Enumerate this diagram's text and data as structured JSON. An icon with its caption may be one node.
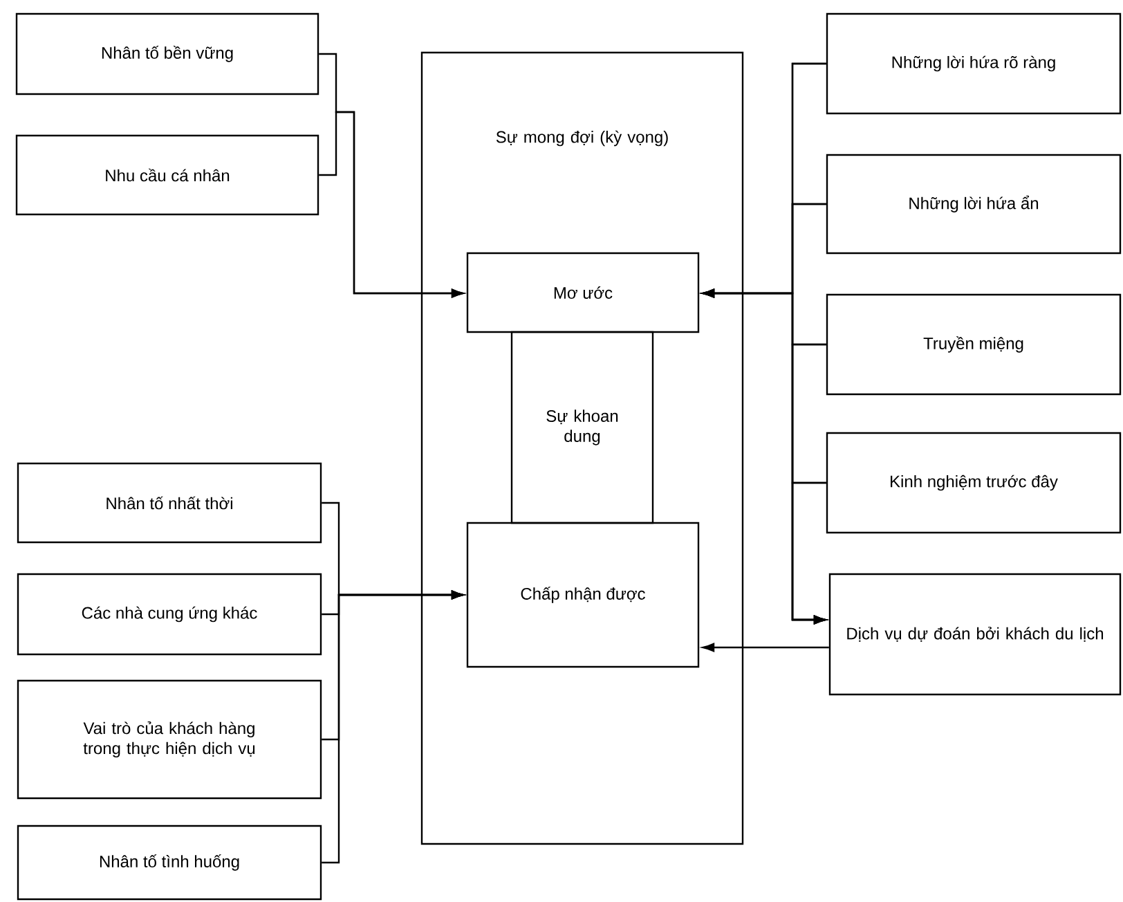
{
  "diagram": {
    "nodes": [
      {
        "text": [
          "Nhân tố bền vững"
        ]
      },
      {
        "text": [
          "Nhu cầu cá nhân"
        ]
      },
      {
        "text": [
          "Sự mong đợi (kỳ vọng)"
        ]
      },
      {
        "text": [
          "Mơ ước"
        ],
        "in": 2
      },
      {
        "text": [
          "Sự khoan dung"
        ],
        "in": 2
      },
      {
        "text": [
          "Chấp nhận được"
        ],
        "in": 2
      },
      {
        "text": [
          "Nhân tố nhất thời"
        ]
      },
      {
        "text": [
          "Các nhà cung ứng khác"
        ]
      },
      {
        "text": [
          "Vai trò của khách hàng trong thực hiện dịch vụ"
        ]
      },
      {
        "text": [
          "Nhân tố tình huống"
        ]
      },
      {
        "text": [
          "Những lời hứa rõ ràng"
        ]
      },
      {
        "text": [
          "Những lời hứa ẩn"
        ]
      },
      {
        "text": [
          "Truyền miệng"
        ]
      },
      {
        "text": [
          "Kinh nghiệm trước đây"
        ]
      },
      {
        "text": [
          "Dịch vụ dự đoán bởi khách du lịch"
        ]
      }
    ],
    "edges": [
      {
        "from": 0,
        "to": 3,
        "arrow": "to"
      },
      {
        "from": 1,
        "to": 3,
        "arrow": "to"
      },
      {
        "from": 6,
        "to": 5,
        "arrow": "to"
      },
      {
        "from": 7,
        "to": 5,
        "arrow": "to"
      },
      {
        "from": 8,
        "to": 5,
        "arrow": "to"
      },
      {
        "from": 9,
        "to": 5,
        "arrow": "to"
      },
      {
        "from": 10,
        "to": 3,
        "arrow": "to"
      },
      {
        "from": 11,
        "to": 3,
        "arrow": "to"
      },
      {
        "from": 12,
        "to": 3,
        "arrow": "to"
      },
      {
        "from": 13,
        "to": 3,
        "arrow": "to"
      },
      {
        "from": 10,
        "to": 14,
        "arrow": "to"
      },
      {
        "from": 11,
        "to": 14,
        "arrow": "to"
      },
      {
        "from": 12,
        "to": 14,
        "arrow": "to"
      },
      {
        "from": 13,
        "to": 14,
        "arrow": "to"
      },
      {
        "from": 14,
        "to": 5,
        "arrow": "to"
      }
    ]
  }
}
